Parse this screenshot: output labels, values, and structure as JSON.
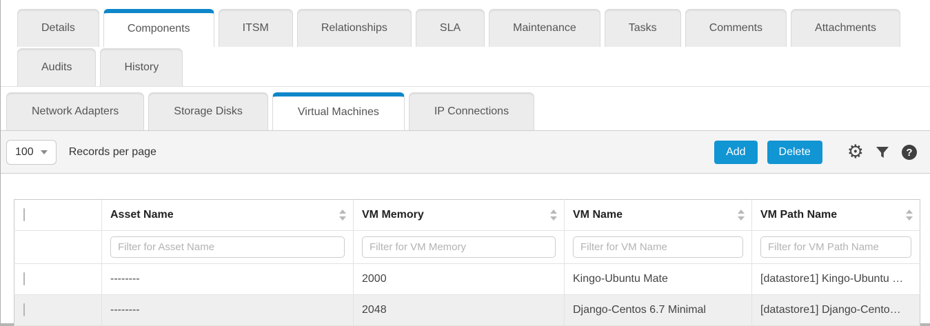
{
  "main_tabs_row1": [
    "Details",
    "Components",
    "ITSM",
    "Relationships",
    "SLA",
    "Maintenance",
    "Tasks",
    "Comments",
    "Attachments"
  ],
  "main_tabs_row2": [
    "Audits",
    "History"
  ],
  "active_main_tab": "Components",
  "sub_tabs": [
    "Network Adapters",
    "Storage Disks",
    "Virtual Machines",
    "IP Connections"
  ],
  "active_sub_tab": "Virtual Machines",
  "toolbar": {
    "page_size_value": "100",
    "records_per_page_label": "Records per page",
    "add_label": "Add",
    "delete_label": "Delete",
    "icons": [
      "gear-icon",
      "filter-funnel-icon",
      "help-icon"
    ],
    "help_glyph": "?",
    "gear_glyph": "⚙"
  },
  "table": {
    "columns": [
      "Asset Name",
      "VM Memory",
      "VM Name",
      "VM Path Name"
    ],
    "filter_placeholders": [
      "Filter for Asset Name",
      "Filter for VM Memory",
      "Filter for VM Name",
      "Filter for VM Path Name"
    ],
    "rows": [
      {
        "asset_name": "--------",
        "vm_memory": "2000",
        "vm_name": "Kingo-Ubuntu Mate",
        "vm_path_name": "[datastore1] Kingo-Ubuntu …"
      },
      {
        "asset_name": "--------",
        "vm_memory": "2048",
        "vm_name": "Django-Centos 6.7 Minimal",
        "vm_path_name": "[datastore1] Django-Cento…"
      }
    ]
  },
  "colors": {
    "accent_blue": "#0d87c9",
    "button_blue": "#1295d3",
    "tab_background": "#ececec",
    "toolbar_background": "#f4f4f4",
    "alt_row_background": "#efefef",
    "icon_gray": "#454545"
  }
}
